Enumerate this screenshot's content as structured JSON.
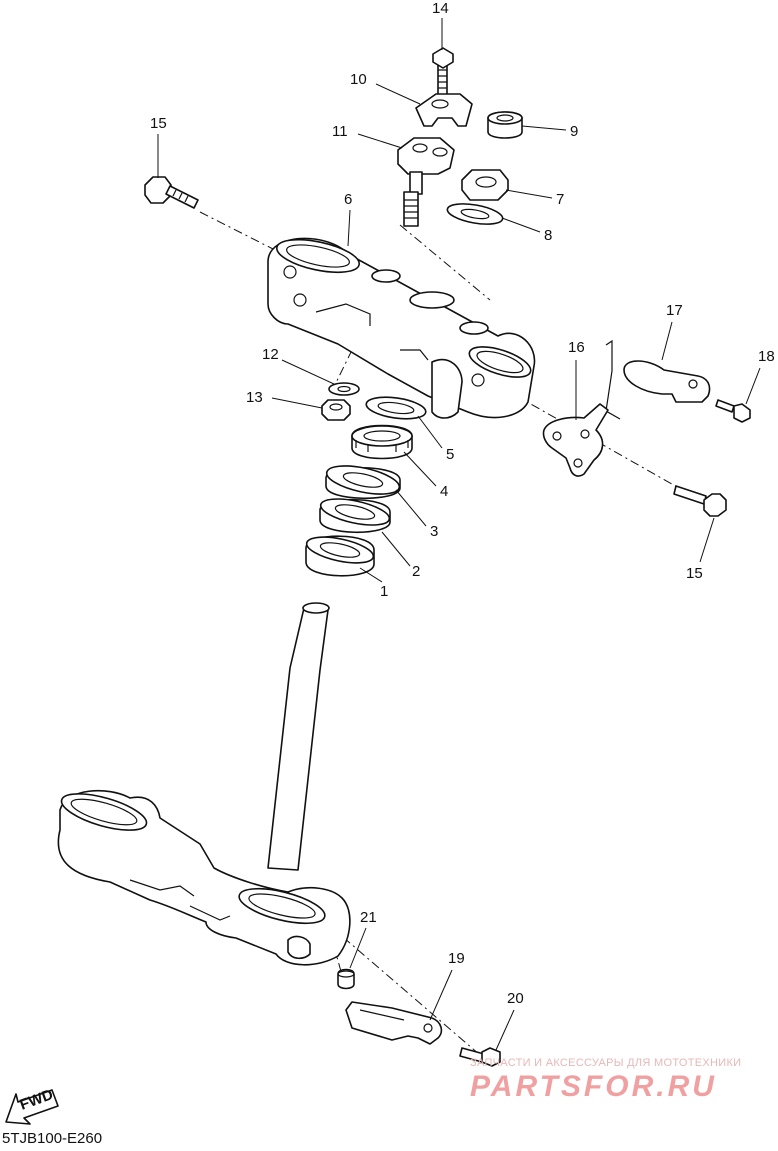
{
  "diagram": {
    "part_code": "5TJB100-E260",
    "fwd_label": "FWD",
    "callouts": [
      "1",
      "2",
      "3",
      "4",
      "5",
      "6",
      "7",
      "8",
      "9",
      "10",
      "11",
      "12",
      "13",
      "14",
      "15",
      "15",
      "16",
      "17",
      "18",
      "19",
      "20",
      "21"
    ]
  },
  "watermark": {
    "tagline": "ЗАПЧАСТИ И АКСЕССУАРЫ ДЛЯ МОТОТЕХНИКИ",
    "brand": "PARTSFOR.RU"
  }
}
